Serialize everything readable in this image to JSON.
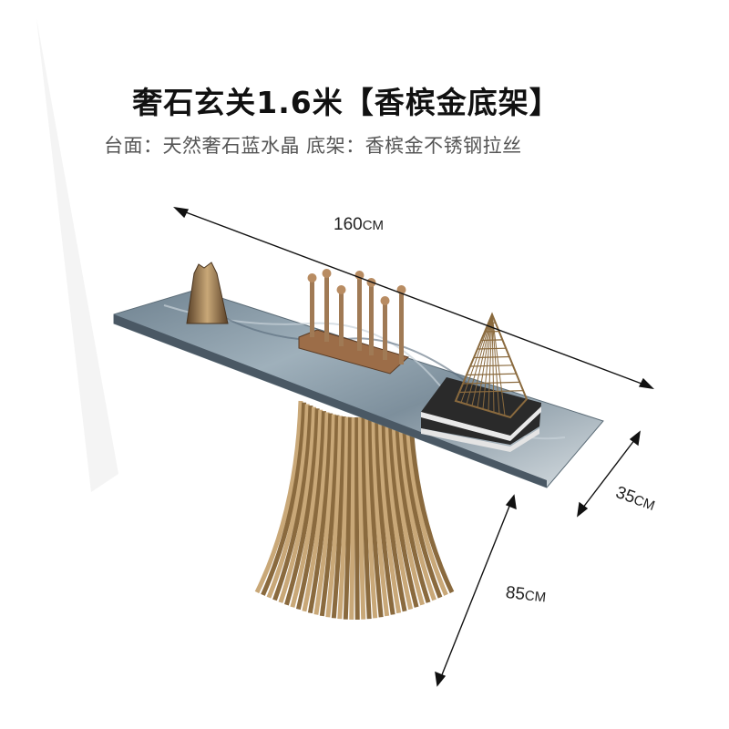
{
  "product": {
    "title": "奢石玄关1.6米【香槟金底架】",
    "subtitle": "台面：天然奢石蓝水晶  底架：香槟金不锈钢拉丝"
  },
  "dimensions": {
    "width_label": "160",
    "width_unit": "CM",
    "depth_label": "35",
    "depth_unit": "CM",
    "height_label": "85",
    "height_unit": "CM"
  },
  "colors": {
    "marble": "#8a9aa6",
    "gold": "#8a6a3e",
    "gold_light": "#c9a878"
  }
}
